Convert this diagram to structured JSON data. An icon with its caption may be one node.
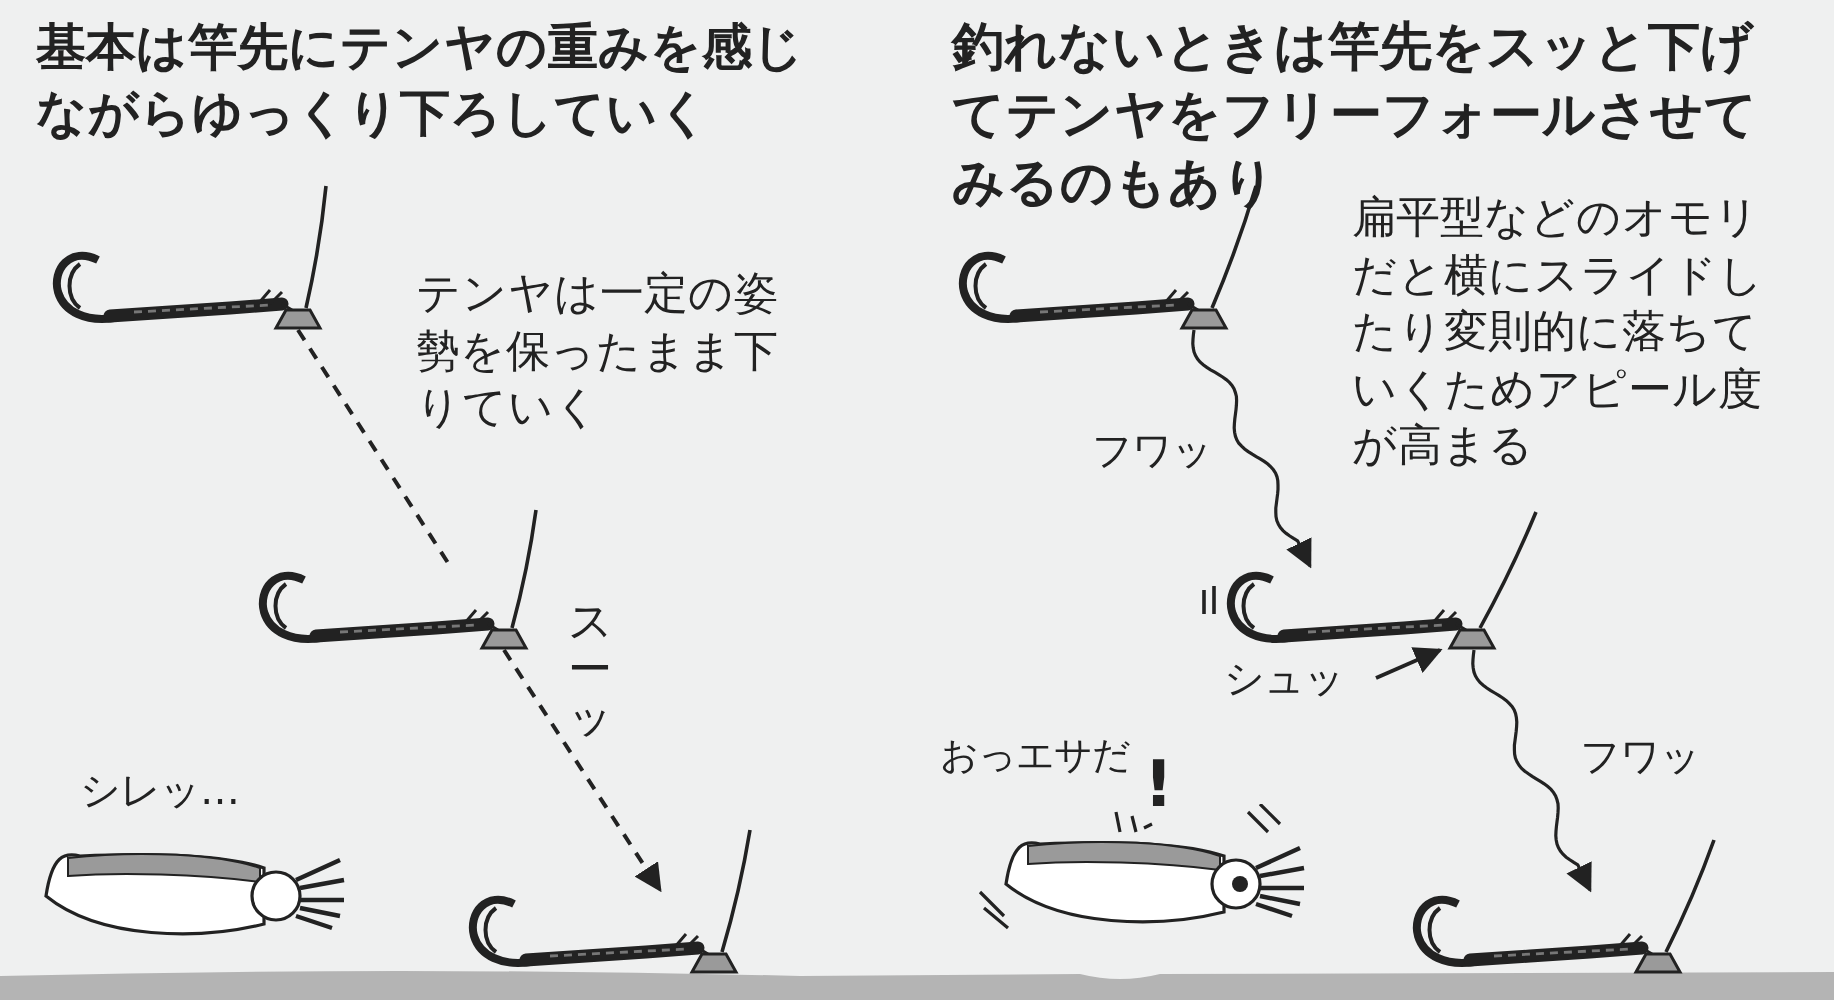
{
  "diagram": {
    "nodes": [
      {
        "text": [],
        "shape": "picture"
      },
      {
        "text": [],
        "shape": "picture"
      },
      {
        "text": [],
        "shape": "picture"
      },
      {
        "text": [],
        "shape": "picture",
        "beside": [
          "シレッ…"
        ]
      },
      {
        "text": [],
        "shape": "picture"
      },
      {
        "text": [],
        "shape": "picture"
      },
      {
        "text": [],
        "shape": "picture"
      },
      {
        "text": [],
        "shape": "picture",
        "beside": [
          "おっエサだ",
          "!"
        ]
      }
    ],
    "edges": [
      {
        "from": 0,
        "to": 1,
        "arrow": "none",
        "style": "dashed"
      },
      {
        "from": 1,
        "to": 2,
        "arrow": "to",
        "style": "dashed"
      },
      {
        "from": 4,
        "to": 5,
        "arrow": "to",
        "label": "フワッ"
      },
      {
        "from": null,
        "to": 5,
        "arrow": "to",
        "label": "シュッ"
      },
      {
        "from": 5,
        "to": 6,
        "arrow": "to",
        "label": "フワッ"
      }
    ],
    "labels": [
      "基本は竿先にテンヤの重みを感じながらゆっくり下ろしていく",
      "釣れないときは竿先をスッと下げてテンヤをフリーフォールさせてみるのもあり",
      "テンヤは一定の姿勢を保ったまま下りていく",
      "扁平型などのオモリだと横にスライドしたり変則的に落ちていくためアピール度が高まる",
      "スーッ"
    ]
  }
}
